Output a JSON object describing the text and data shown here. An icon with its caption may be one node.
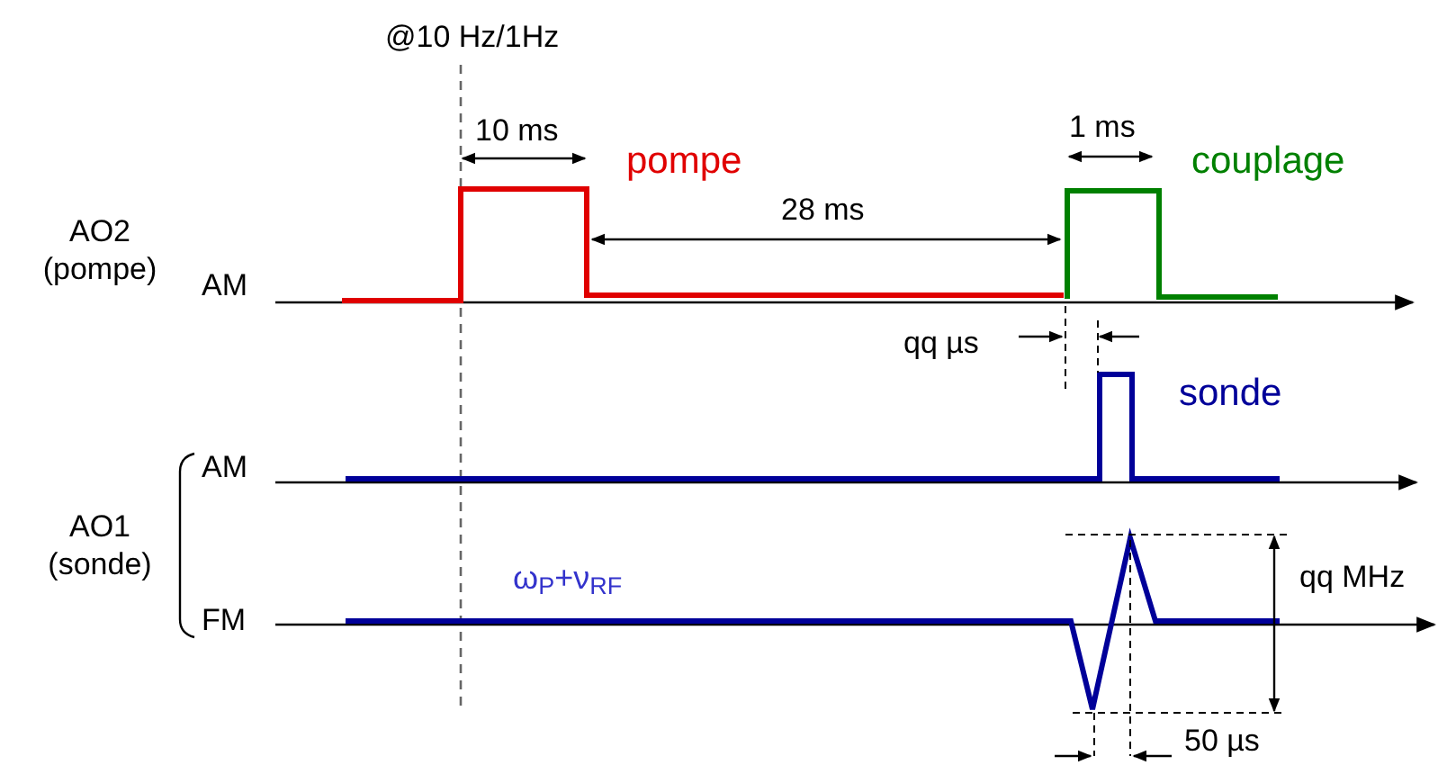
{
  "diagram": {
    "labels": [
      "@10 Hz/1Hz",
      "10 ms",
      "pompe",
      "1 ms",
      "couplage",
      "28 ms",
      "AO2 (pompe)",
      "AM",
      "qq µs",
      "sonde",
      "AM",
      "AO1 (sonde)",
      "ω$_{P}$+ν$_{RF}$",
      "FM",
      "qq MHz",
      "50 µs"
    ]
  }
}
